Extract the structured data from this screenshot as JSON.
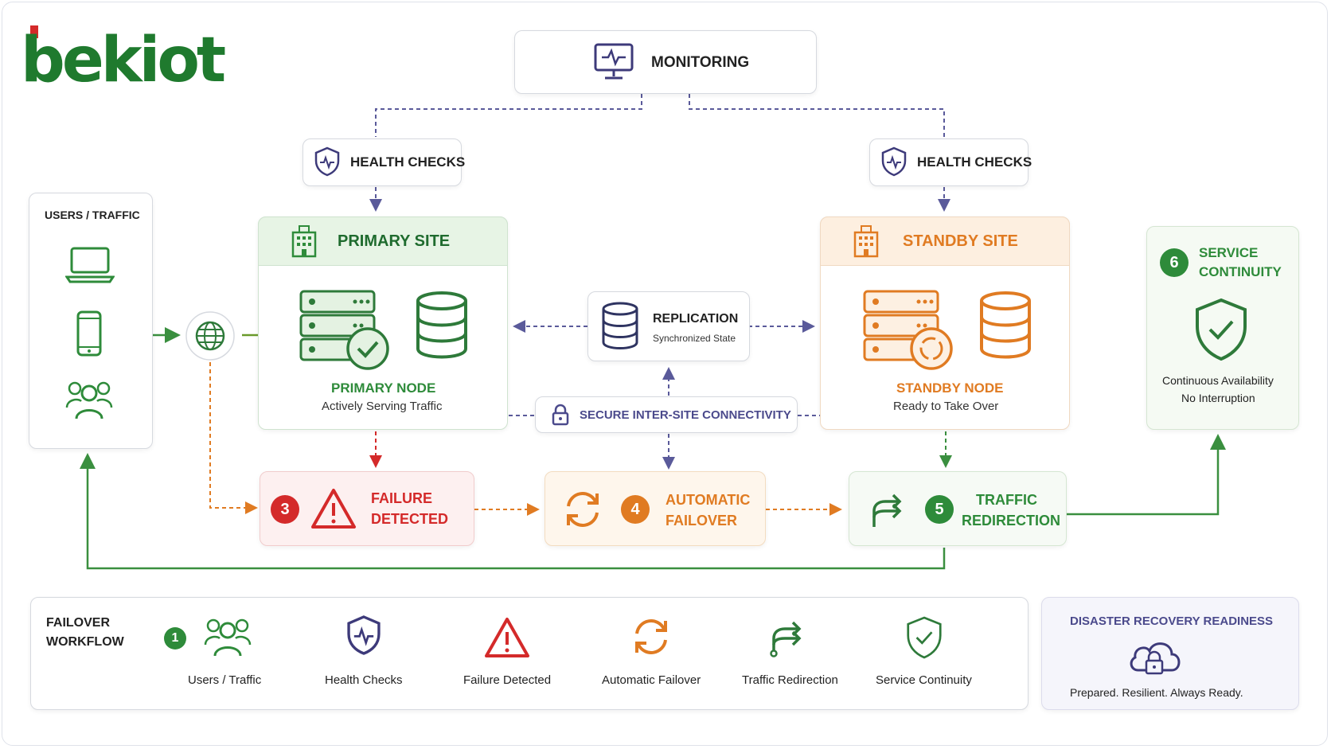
{
  "logo": {
    "text": "bekiot"
  },
  "monitoring": {
    "label": "MONITORING"
  },
  "health_checks": {
    "left_label": "HEALTH CHECKS",
    "right_label": "HEALTH CHECKS"
  },
  "users_traffic": {
    "title": "USERS / TRAFFIC"
  },
  "primary_site": {
    "title": "PRIMARY SITE",
    "node_label": "PRIMARY NODE",
    "node_status": "Actively Serving Traffic"
  },
  "standby_site": {
    "title": "STANDBY SITE",
    "node_label": "STANDBY NODE",
    "node_status": "Ready to Take Over"
  },
  "replication": {
    "title": "REPLICATION",
    "subtitle": "Synchronized State"
  },
  "connectivity": {
    "label": "SECURE INTER-SITE CONNECTIVITY"
  },
  "steps": {
    "failure": {
      "number": "3",
      "line1": "FAILURE",
      "line2": "DETECTED"
    },
    "failover": {
      "number": "4",
      "line1": "AUTOMATIC",
      "line2": "FAILOVER"
    },
    "redirection": {
      "number": "5",
      "line1": "TRAFFIC",
      "line2": "REDIRECTION"
    },
    "continuity": {
      "number": "6",
      "line1": "SERVICE",
      "line2": "CONTINUITY",
      "desc1": "Continuous Availability",
      "desc2": "No Interruption"
    }
  },
  "workflow": {
    "title_line1": "FAILOVER",
    "title_line2": "WORKFLOW",
    "number": "1",
    "items": [
      "Users / Traffic",
      "Health Checks",
      "Failure Detected",
      "Automatic Failover",
      "Traffic Redirection",
      "Service Continuity"
    ]
  },
  "dr": {
    "title": "DISASTER RECOVERY READINESS",
    "tagline": "Prepared. Resilient. Always Ready."
  },
  "colors": {
    "green": "#2e8b3a",
    "dark_green": "#1f6b2e",
    "red": "#d42a2a",
    "orange": "#e07b22",
    "purple": "#4b4a8c",
    "navy": "#2f3461"
  },
  "icons": [
    "monitor-icon",
    "shield-pulse-icon",
    "laptop-icon",
    "phone-icon",
    "users-icon",
    "globe-icon",
    "building-icon",
    "server-icon",
    "database-icon",
    "lock-icon",
    "warning-icon",
    "refresh-icon",
    "redirect-arrow-icon",
    "shield-check-icon",
    "cloud-lock-icon"
  ]
}
